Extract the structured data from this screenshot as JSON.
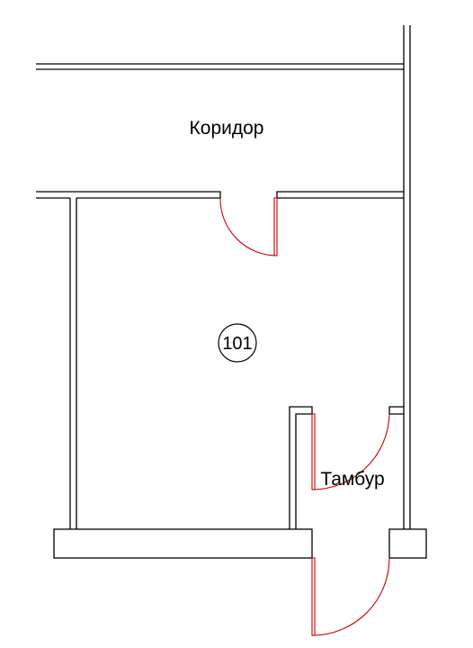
{
  "rooms": {
    "corridor": {
      "label": "Коридор"
    },
    "vestibule": {
      "label": "Тамбур"
    }
  },
  "room_tag": {
    "number": "101"
  },
  "colors": {
    "walls": "#000000",
    "doors": "#cc0000",
    "background": "#ffffff"
  }
}
